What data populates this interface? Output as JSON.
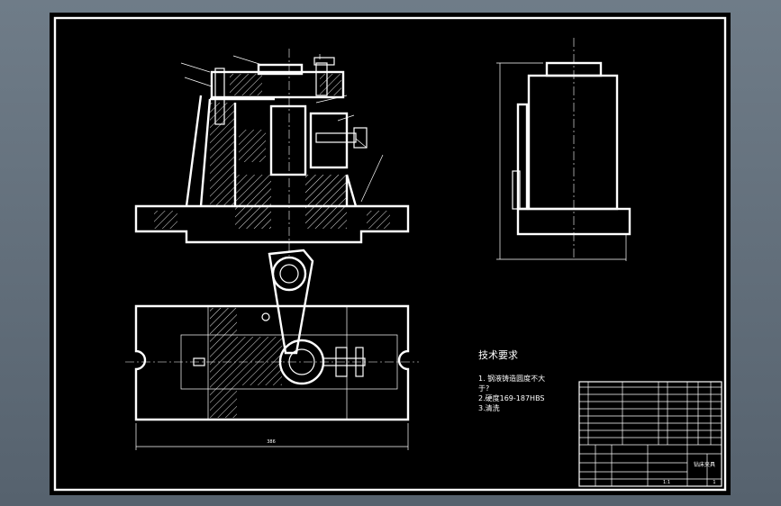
{
  "notes": {
    "heading": "技术要求",
    "items": [
      "1. 钢液铸造圆度不大",
      "于?",
      "2.硬度169-187HBS",
      "3.清洗"
    ]
  },
  "title_block": {
    "name": "钻床夹具",
    "sub": "1:1",
    "sheet": "1"
  },
  "colors": {
    "background": "#5f6b77",
    "sheet": "#000000",
    "line": "#ffffff"
  }
}
